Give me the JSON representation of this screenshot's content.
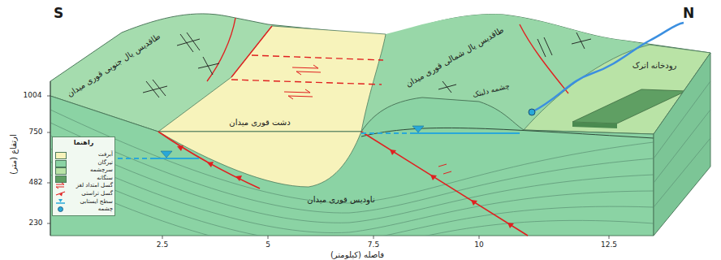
{
  "diagram": {
    "labels": [
      "S",
      "N",
      "طاقدیس یال جنوبی قوری میدان",
      "طاقدیس یال شمالی قوری میدان",
      "دشت قوری میدان",
      "ناودیس قوری میدان",
      "چشمه دلبتک",
      "رودخانه اترک",
      "1004",
      "750",
      "482",
      "230",
      "ارتفاع (متر)",
      "2.5",
      "5",
      "7.5",
      "10",
      "12.5",
      "فاصله (کیلومتر)",
      "راهنما"
    ],
    "legend": [
      {
        "text": "آبرفت",
        "color": "#f7f3bb"
      },
      {
        "text": "تیرگان",
        "color": "#8bd3a4"
      },
      {
        "text": "سرچشمه",
        "color": "#b9e3a6"
      },
      {
        "text": "سنگانه",
        "color": "#5f9f63"
      },
      {
        "text": "گسل امتداد لغز"
      },
      {
        "text": "گسل تراستی"
      },
      {
        "text": "سطح ایستابی"
      },
      {
        "text": "چشمه"
      }
    ]
  }
}
